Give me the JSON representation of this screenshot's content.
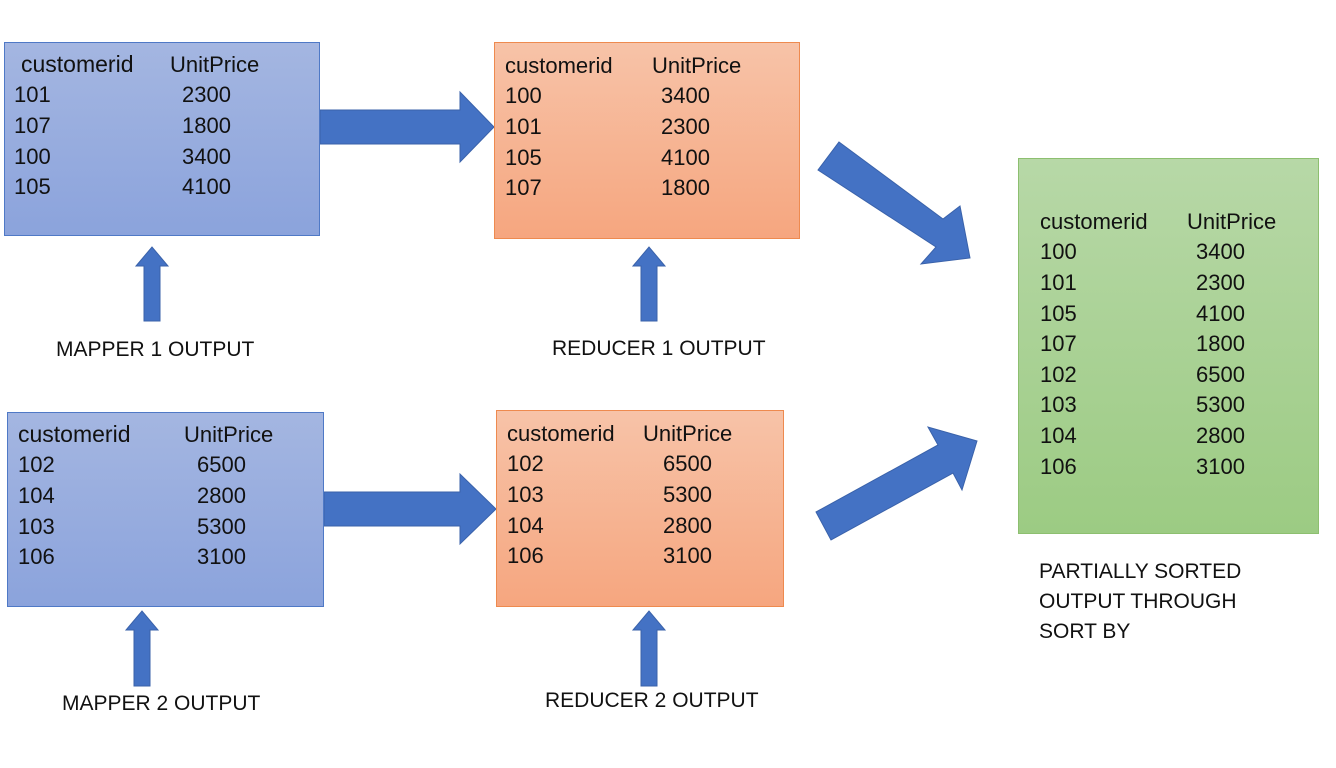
{
  "mapper1": {
    "header": [
      "customerid",
      "UnitPrice"
    ],
    "rows": [
      [
        "101",
        "2300"
      ],
      [
        "107",
        "1800"
      ],
      [
        "100",
        "3400"
      ],
      [
        "105",
        "4100"
      ]
    ],
    "label": "MAPPER 1 OUTPUT"
  },
  "mapper2": {
    "header": [
      "customerid",
      "UnitPrice"
    ],
    "rows": [
      [
        "102",
        "6500"
      ],
      [
        "104",
        "2800"
      ],
      [
        "103",
        "5300"
      ],
      [
        "106",
        "3100"
      ]
    ],
    "label": "MAPPER 2 OUTPUT"
  },
  "reducer1": {
    "header": [
      "customerid",
      "UnitPrice"
    ],
    "rows": [
      [
        "100",
        "3400"
      ],
      [
        "101",
        "2300"
      ],
      [
        "105",
        "4100"
      ],
      [
        "107",
        "1800"
      ]
    ],
    "label": "REDUCER 1 OUTPUT"
  },
  "reducer2": {
    "header": [
      "customerid",
      "UnitPrice"
    ],
    "rows": [
      [
        "102",
        "6500"
      ],
      [
        "103",
        "5300"
      ],
      [
        "104",
        "2800"
      ],
      [
        "106",
        "3100"
      ]
    ],
    "label": "REDUCER 2 OUTPUT"
  },
  "final": {
    "header": [
      "customerid",
      "UnitPrice"
    ],
    "rows": [
      [
        "100",
        "3400"
      ],
      [
        "101",
        "2300"
      ],
      [
        "105",
        "4100"
      ],
      [
        "107",
        "1800"
      ],
      [
        "102",
        "6500"
      ],
      [
        "103",
        "5300"
      ],
      [
        "104",
        "2800"
      ],
      [
        "106",
        "3100"
      ]
    ],
    "caption_lines": [
      "PARTIALLY SORTED",
      "OUTPUT THROUGH",
      "SORT BY"
    ]
  },
  "colors": {
    "arrow": "#4472c4",
    "mapper_fill": "#a4b6e1",
    "reducer_fill": "#f7c3a8",
    "final_fill": "#b7d8a7"
  }
}
